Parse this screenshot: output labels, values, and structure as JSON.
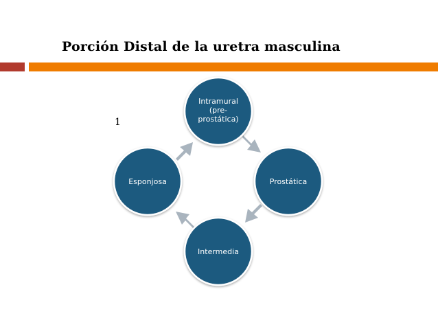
{
  "slide": {
    "title": "Porción Distal de la uretra masculina",
    "number": "1"
  },
  "diagram": {
    "nodes": [
      {
        "id": "intramural",
        "lines": [
          "Intramural",
          "(pre-",
          "prostática)"
        ]
      },
      {
        "id": "prostatica",
        "lines": [
          "Prostática"
        ]
      },
      {
        "id": "intermedia",
        "lines": [
          "Intermedia"
        ]
      },
      {
        "id": "esponjosa",
        "lines": [
          "Esponjosa"
        ]
      }
    ],
    "colors": {
      "node_fill": "#1f5a7f",
      "node_stroke": "#ffffff",
      "arrow": "#a9b4be",
      "accent_red": "#b13a2d",
      "accent_orange": "#ef7c00"
    }
  }
}
